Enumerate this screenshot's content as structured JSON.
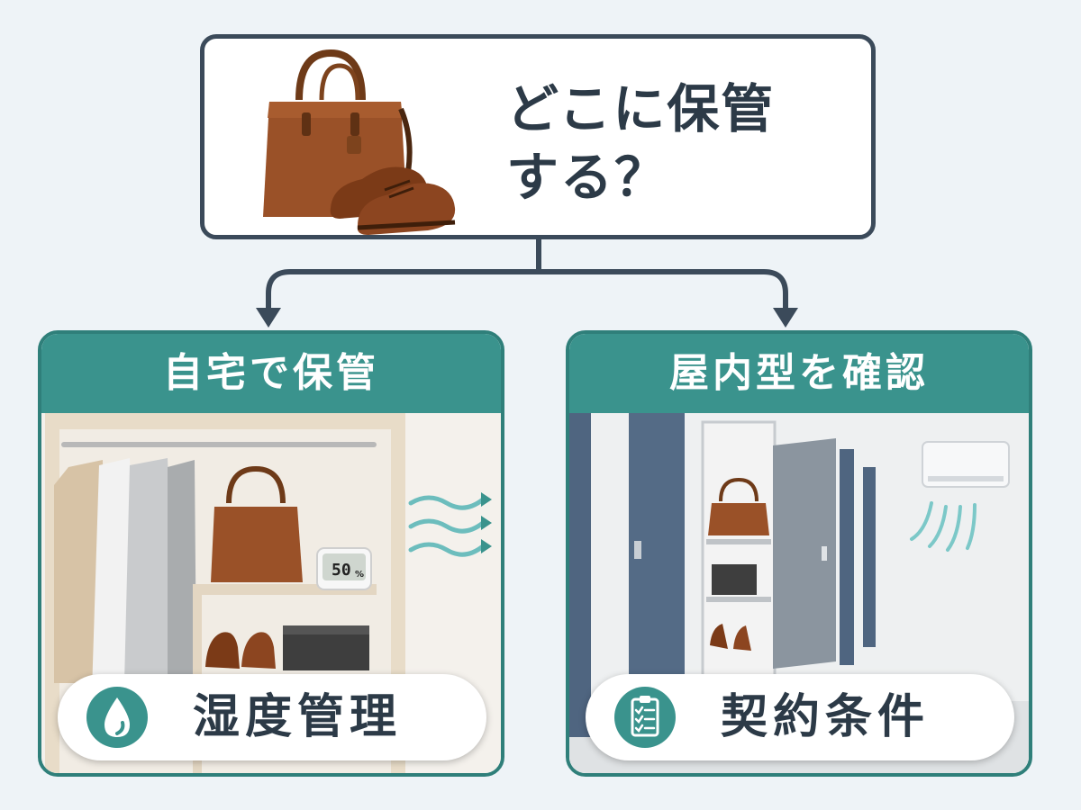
{
  "question": {
    "line1": "どこに保管",
    "line2": "する？"
  },
  "options": [
    {
      "title": "自宅で保管",
      "label": "湿度管理",
      "icon": "water-drop-icon",
      "hygrometer_reading": "50",
      "hygrometer_unit": "%"
    },
    {
      "title": "屋内型を確認",
      "label": "契約条件",
      "icon": "clipboard-checklist-icon"
    }
  ],
  "colors": {
    "teal": "#3a938d",
    "dark": "#3b4a5a",
    "background": "#eef3f7"
  }
}
